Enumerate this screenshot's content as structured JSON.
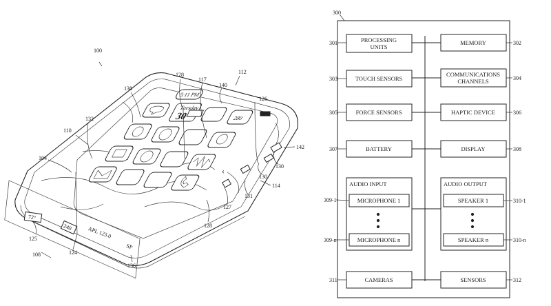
{
  "device": {
    "refs": {
      "r100": "100",
      "r128a": "128",
      "r112": "112",
      "r117": "117",
      "r138": "138",
      "r140": "140",
      "r126": "126",
      "r110": "110",
      "r132": "132",
      "r104": "104",
      "r142": "142",
      "r130a": "130",
      "r130b": "130",
      "r114": "114",
      "r131": "131",
      "r127": "127",
      "r128b": "128",
      "r125": "125",
      "r124": "124",
      "r108": "108",
      "r136": "136"
    },
    "screen": {
      "time": "5:11 PM",
      "day": "Tuesday",
      "date": "30",
      "stocks_value": "280",
      "chevron": "‹"
    },
    "edge": {
      "temp": "72°",
      "value_240": "240",
      "ticker": "APL 123.0",
      "sp": "SP"
    }
  },
  "diagram": {
    "ref": "300",
    "blocks": {
      "processing": {
        "line1": "PROCESSING",
        "line2": "UNITS",
        "ref": "301"
      },
      "memory": {
        "label": "MEMORY",
        "ref": "302"
      },
      "touch": {
        "label": "TOUCH SENSORS",
        "ref": "303"
      },
      "comms": {
        "line1": "COMMUNICATIONS",
        "line2": "CHANNELS",
        "ref": "304"
      },
      "force": {
        "label": "FORCE SENSORS",
        "ref": "305"
      },
      "haptic": {
        "label": "HAPTIC DEVICE",
        "ref": "306"
      },
      "battery": {
        "label": "BATTERY",
        "ref": "307"
      },
      "display": {
        "label": "DISPLAY",
        "ref": "308"
      },
      "audio_input": {
        "label": "AUDIO INPUT",
        "mic1": "MICROPHONE 1",
        "micn": "MICROPHONE n",
        "ref1": "309-1",
        "refn": "309-n"
      },
      "audio_output": {
        "label": "AUDIO OUTPUT",
        "spk1": "SPEAKER 1",
        "spkn": "SPEAKER n",
        "ref1": "310-1",
        "refn": "310-n"
      },
      "cameras": {
        "label": "CAMERAS",
        "ref": "311"
      },
      "sensors": {
        "label": "SENSORS",
        "ref": "312"
      }
    }
  }
}
